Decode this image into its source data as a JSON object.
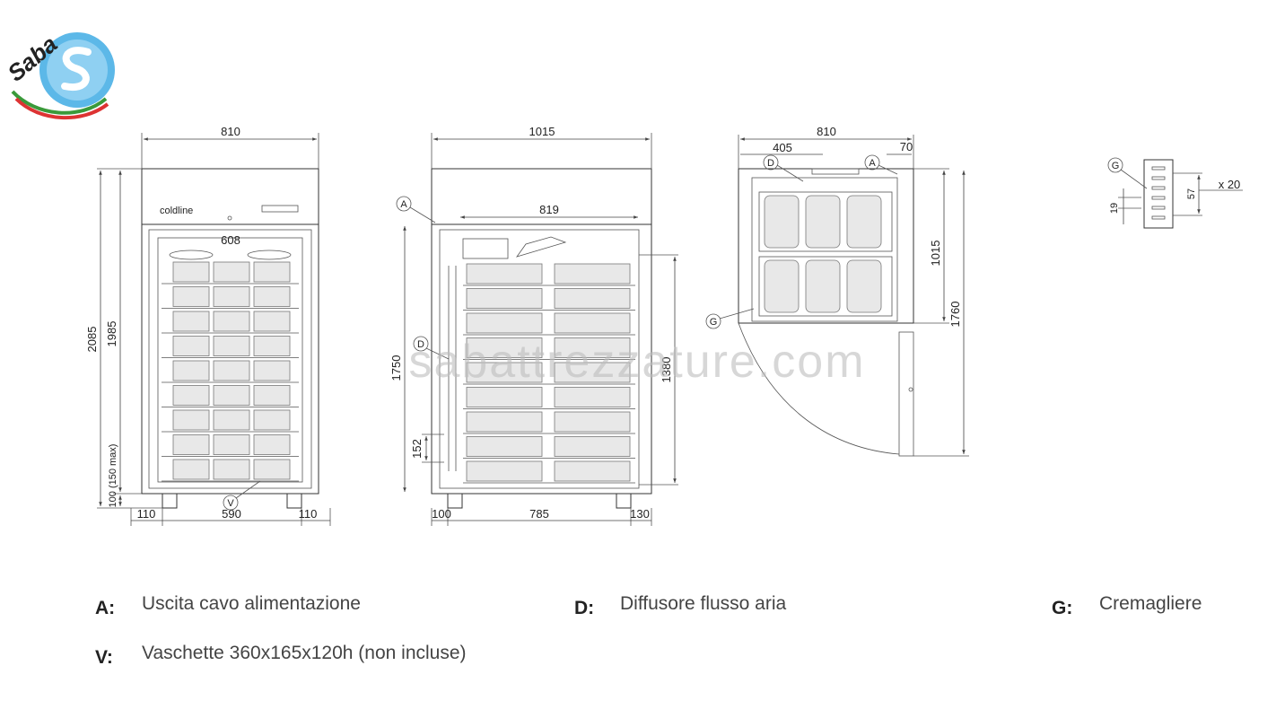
{
  "logo": {
    "text": "Saba"
  },
  "watermark": "sabattrezzature.com",
  "front_view": {
    "brand": "coldline",
    "dims": {
      "width": "810",
      "inner_width": "608",
      "height_total": "2085",
      "height_inner": "1985",
      "feet": "100 (150 max)",
      "left": "110",
      "center": "590",
      "right": "110"
    },
    "tag": "V"
  },
  "side_view": {
    "dims": {
      "depth": "1015",
      "inner_depth": "819",
      "height": "1750",
      "height_tray": "1380",
      "spacing": "152",
      "left": "100",
      "center": "785",
      "right": "130"
    },
    "tags": [
      "A",
      "D"
    ]
  },
  "top_view": {
    "dims": {
      "width": "810",
      "part": "405",
      "offset": "70",
      "depth": "1015",
      "depth_open": "1760"
    },
    "tags": [
      "D",
      "A",
      "G"
    ]
  },
  "rack_detail": {
    "tag": "G",
    "dims": {
      "pitch": "19",
      "spacing": "57",
      "count": "x 20"
    }
  },
  "legend": {
    "items": [
      {
        "key": "A:",
        "label": "Uscita cavo alimentazione"
      },
      {
        "key": "D:",
        "label": "Diffusore flusso aria"
      },
      {
        "key": "G:",
        "label": "Cremagliere"
      },
      {
        "key": "V:",
        "label": "Vaschette 360x165x120h (non incluse)"
      }
    ]
  }
}
